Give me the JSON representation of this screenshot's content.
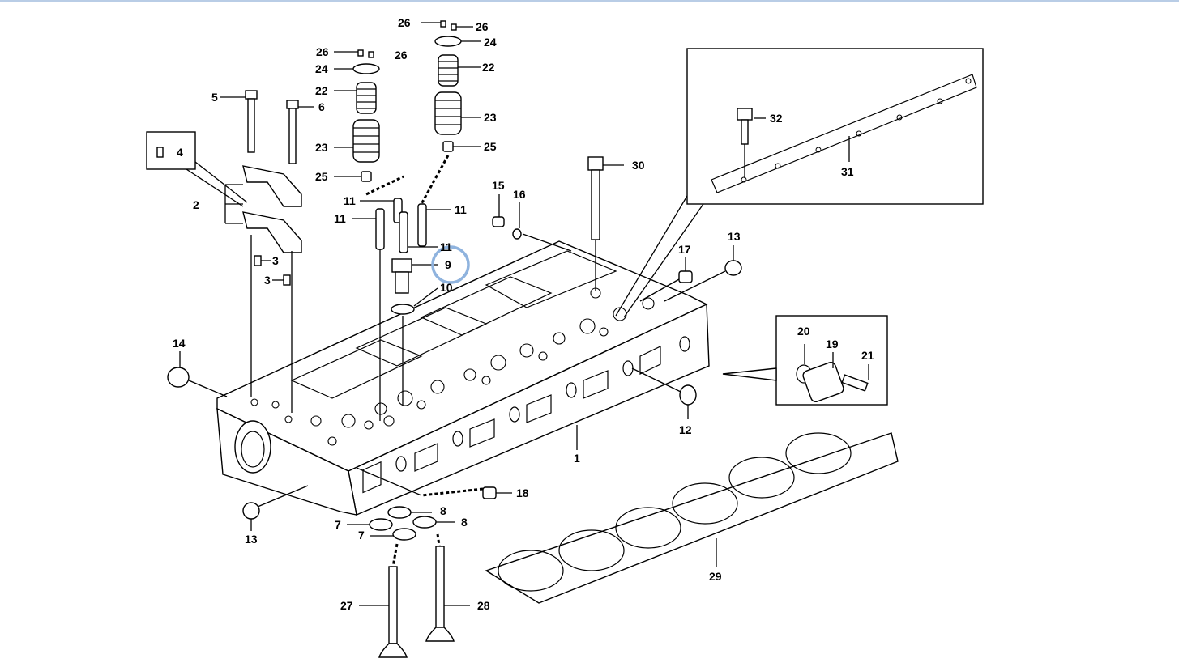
{
  "viewer": {
    "accent_color": "#b9cde6",
    "highlight_color": "#8fb3de"
  },
  "callouts": [
    {
      "id": "c1",
      "text": "1"
    },
    {
      "id": "c2",
      "text": "2"
    },
    {
      "id": "c3a",
      "text": "3"
    },
    {
      "id": "c3b",
      "text": "3"
    },
    {
      "id": "c4",
      "text": "4"
    },
    {
      "id": "c5",
      "text": "5"
    },
    {
      "id": "c6",
      "text": "6"
    },
    {
      "id": "c7a",
      "text": "7"
    },
    {
      "id": "c7b",
      "text": "7"
    },
    {
      "id": "c8a",
      "text": "8"
    },
    {
      "id": "c8b",
      "text": "8"
    },
    {
      "id": "c9",
      "text": "9"
    },
    {
      "id": "c10",
      "text": "10"
    },
    {
      "id": "c11a",
      "text": "11"
    },
    {
      "id": "c11b",
      "text": "11"
    },
    {
      "id": "c11c",
      "text": "11"
    },
    {
      "id": "c11d",
      "text": "11"
    },
    {
      "id": "c12",
      "text": "12"
    },
    {
      "id": "c13a",
      "text": "13"
    },
    {
      "id": "c13b",
      "text": "13"
    },
    {
      "id": "c14",
      "text": "14"
    },
    {
      "id": "c15",
      "text": "15"
    },
    {
      "id": "c16",
      "text": "16"
    },
    {
      "id": "c17",
      "text": "17"
    },
    {
      "id": "c18",
      "text": "18"
    },
    {
      "id": "c19",
      "text": "19"
    },
    {
      "id": "c20",
      "text": "20"
    },
    {
      "id": "c21",
      "text": "21"
    },
    {
      "id": "c22a",
      "text": "22"
    },
    {
      "id": "c22b",
      "text": "22"
    },
    {
      "id": "c23a",
      "text": "23"
    },
    {
      "id": "c23b",
      "text": "23"
    },
    {
      "id": "c24a",
      "text": "24"
    },
    {
      "id": "c24b",
      "text": "24"
    },
    {
      "id": "c25a",
      "text": "25"
    },
    {
      "id": "c25b",
      "text": "25"
    },
    {
      "id": "c26a",
      "text": "26"
    },
    {
      "id": "c26b",
      "text": "26"
    },
    {
      "id": "c26c",
      "text": "26"
    },
    {
      "id": "c26d",
      "text": "26"
    },
    {
      "id": "c27",
      "text": "27"
    },
    {
      "id": "c28",
      "text": "28"
    },
    {
      "id": "c29",
      "text": "29"
    },
    {
      "id": "c30",
      "text": "30"
    },
    {
      "id": "c31",
      "text": "31"
    },
    {
      "id": "c32",
      "text": "32"
    }
  ],
  "selected_callout": "9"
}
